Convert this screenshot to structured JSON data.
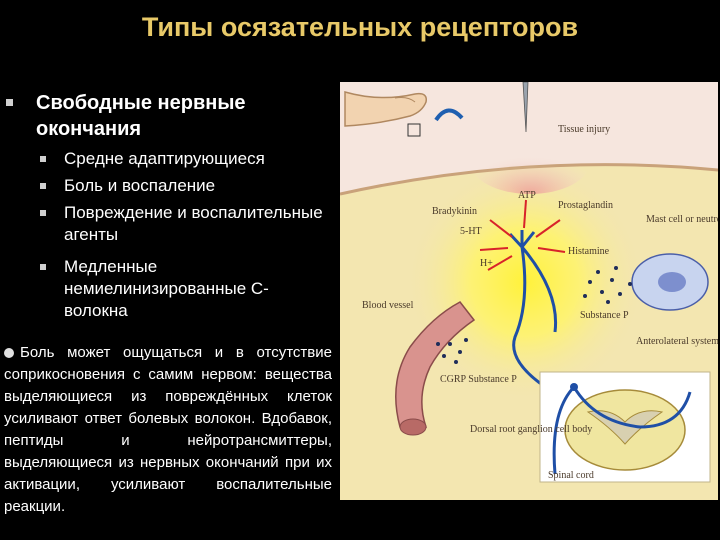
{
  "title": "Типы осязательных рецепторов",
  "main_bullet": "Свободные нервные окончания",
  "sub_bullets": [
    "Средне адаптирующиеся",
    "Боль и воспаление",
    "Повреждение и воспалительные агенты",
    "Медленные немиелинизированные С-волокна"
  ],
  "note": "Боль может ощущаться и в отсутствие соприкосновения с самим нервом: вещества выделяющиеся из повреждённых клеток усиливают ответ болевых волокон. Вдобавок, пептиды и нейротрансмиттеры, выделяющиеся из нервных окончаний при их активации, усиливают воспалительные реакции.",
  "figure_labels": {
    "tissue_injury": "Tissue injury",
    "atp": "ATP",
    "bradykinin": "Bradykinin",
    "prostaglandin": "Prostaglandin",
    "mast_cell": "Mast cell or neutrophil",
    "five_ht": "5-HT",
    "histamine": "Histamine",
    "h_plus": "H+",
    "substance_p": "Substance P",
    "blood_vessel": "Blood vessel",
    "anterolateral": "Anterolateral system",
    "cgrp": "CGRP Substance P",
    "drg": "Dorsal root ganglion cell body",
    "spinal_cord": "Spinal cord"
  },
  "colors": {
    "title": "#e8c968",
    "tissue": "#f3e6b0",
    "nerve": "#1f4fa6",
    "vessel": "#d9938e"
  }
}
